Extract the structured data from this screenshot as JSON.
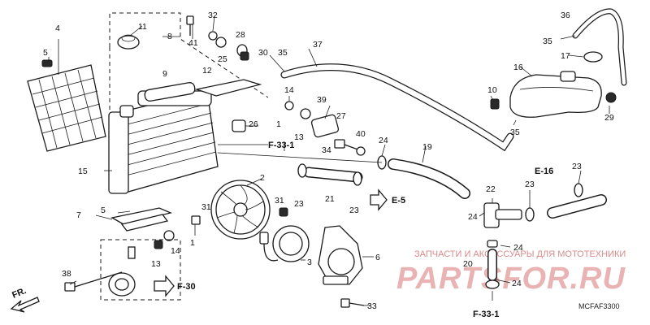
{
  "callouts": [
    {
      "id": "c1",
      "text": "1"
    },
    {
      "id": "c1b",
      "text": "1"
    },
    {
      "id": "c2",
      "text": "2"
    },
    {
      "id": "c3",
      "text": "3"
    },
    {
      "id": "c4",
      "text": "4"
    },
    {
      "id": "c5",
      "text": "5"
    },
    {
      "id": "c5b",
      "text": "5"
    },
    {
      "id": "c6",
      "text": "6"
    },
    {
      "id": "c7",
      "text": "7"
    },
    {
      "id": "c8",
      "text": "8"
    },
    {
      "id": "c9",
      "text": "9"
    },
    {
      "id": "c10",
      "text": "10"
    },
    {
      "id": "c11",
      "text": "11"
    },
    {
      "id": "c12",
      "text": "12"
    },
    {
      "id": "c13",
      "text": "13"
    },
    {
      "id": "c13b",
      "text": "13"
    },
    {
      "id": "c14",
      "text": "14"
    },
    {
      "id": "c14b",
      "text": "14"
    },
    {
      "id": "c15",
      "text": "15"
    },
    {
      "id": "c16",
      "text": "16"
    },
    {
      "id": "c17",
      "text": "17"
    },
    {
      "id": "c19",
      "text": "19"
    },
    {
      "id": "c20",
      "text": "20"
    },
    {
      "id": "c21",
      "text": "21"
    },
    {
      "id": "c22",
      "text": "22"
    },
    {
      "id": "c23a",
      "text": "23"
    },
    {
      "id": "c23b",
      "text": "23"
    },
    {
      "id": "c23c",
      "text": "23"
    },
    {
      "id": "c23d",
      "text": "23"
    },
    {
      "id": "c24a",
      "text": "24"
    },
    {
      "id": "c24b",
      "text": "24"
    },
    {
      "id": "c24c",
      "text": "24"
    },
    {
      "id": "c24d",
      "text": "24"
    },
    {
      "id": "c25",
      "text": "25"
    },
    {
      "id": "c26",
      "text": "26"
    },
    {
      "id": "c27",
      "text": "27"
    },
    {
      "id": "c28",
      "text": "28"
    },
    {
      "id": "c29",
      "text": "29"
    },
    {
      "id": "c30",
      "text": "30"
    },
    {
      "id": "c31a",
      "text": "31"
    },
    {
      "id": "c31b",
      "text": "31"
    },
    {
      "id": "c32",
      "text": "32"
    },
    {
      "id": "c33",
      "text": "33"
    },
    {
      "id": "c34",
      "text": "34"
    },
    {
      "id": "c35a",
      "text": "35"
    },
    {
      "id": "c35b",
      "text": "35"
    },
    {
      "id": "c35c",
      "text": "35"
    },
    {
      "id": "c36",
      "text": "36"
    },
    {
      "id": "c37",
      "text": "37"
    },
    {
      "id": "c38",
      "text": "38"
    },
    {
      "id": "c39",
      "text": "39"
    },
    {
      "id": "c40",
      "text": "40"
    },
    {
      "id": "c41",
      "text": "41"
    }
  ],
  "refs": {
    "f331_top": "F-33-1",
    "f331_bottom": "F-33-1",
    "f30": "F-30",
    "e5": "E-5",
    "e16": "E-16",
    "fr": "FR."
  },
  "watermark": {
    "tagline": "ЗАПЧАСТИ И АКСЕССУАРЫ ДЛЯ МОТОТЕХНИКИ",
    "brand": "PARTSFOR.RU"
  },
  "diagram_code": "MCFAF3300"
}
